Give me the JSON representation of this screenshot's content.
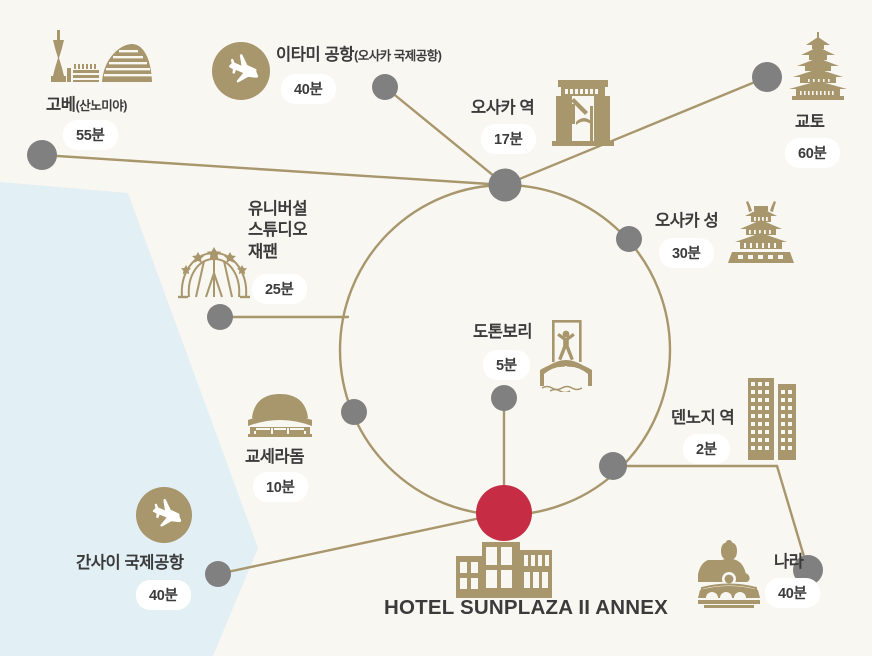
{
  "meta": {
    "hotel_name": "HOTEL SUNPLAZA II ANNEX",
    "colors": {
      "background": "#f9f7f1",
      "water": "#e2eff4",
      "route_line": "#a8966c",
      "icon_gold": "#a8966c",
      "node_gray": "#808080",
      "hotel_marker_red": "#c62c43",
      "text_dark": "#3b3b3b",
      "pill_background": "#ffffff"
    }
  },
  "destinations": [
    {
      "id": "kobe",
      "name": "고베",
      "name_sub": "(산노미야)",
      "time": "55분",
      "icon": "kobe-port-tower-icon"
    },
    {
      "id": "itami",
      "name": "이타미 공항",
      "name_sub": "(오사카 국제공항)",
      "time": "40분",
      "icon": "airplane-icon"
    },
    {
      "id": "osaka-station",
      "name": "오사카 역",
      "name_sub": "",
      "time": "17분",
      "icon": "osaka-station-icon"
    },
    {
      "id": "kyoto",
      "name": "교토",
      "name_sub": "",
      "time": "60분",
      "icon": "pagoda-icon"
    },
    {
      "id": "osaka-castle",
      "name": "오사카 성",
      "name_sub": "",
      "time": "30분",
      "icon": "castle-icon"
    },
    {
      "id": "usj",
      "name": "유니버설 스튜디오 재팬",
      "name_lines": [
        "유니버설",
        "스튜디오",
        "재팬"
      ],
      "name_sub": "",
      "time": "25분",
      "icon": "ferris-wheel-icon"
    },
    {
      "id": "kyocera-dome",
      "name": "교세라돔",
      "name_sub": "",
      "time": "10분",
      "icon": "dome-icon"
    },
    {
      "id": "dotonbori",
      "name": "도톤보리",
      "name_sub": "",
      "time": "5분",
      "icon": "glico-bridge-icon"
    },
    {
      "id": "tennoji",
      "name": "덴노지 역",
      "name_sub": "",
      "time": "2분",
      "icon": "skyscraper-icon"
    },
    {
      "id": "kansai-airport",
      "name": "간사이 국제공항",
      "name_sub": "",
      "time": "40분",
      "icon": "airplane-icon"
    },
    {
      "id": "nara",
      "name": "나라",
      "name_sub": "",
      "time": "40분",
      "icon": "buddha-icon"
    }
  ]
}
